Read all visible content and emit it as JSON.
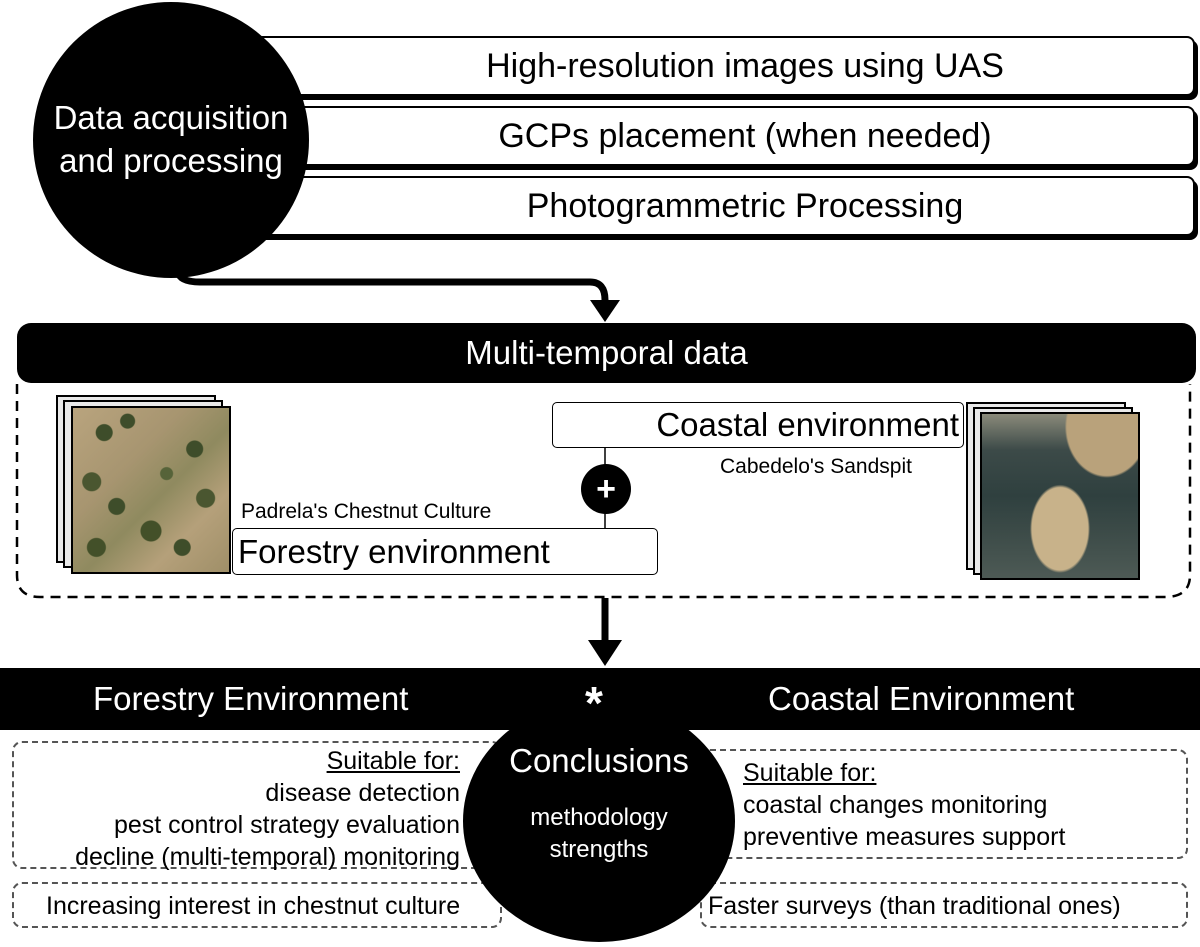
{
  "acquisition": {
    "circle_label_line1": "Data acquisition",
    "circle_label_line2": "and processing",
    "steps": [
      "High-resolution images using UAS",
      "GCPs placement (when needed)",
      "Photogrammetric Processing"
    ]
  },
  "multitemporal": {
    "title": "Multi-temporal data",
    "coastal_label": "Coastal environment",
    "coastal_site": "Cabedelo's Sandspit",
    "forestry_label": "Forestry environment",
    "forestry_site": "Padrela's Chestnut Culture",
    "plus_symbol": "+"
  },
  "environments": {
    "forestry_title": "Forestry Environment",
    "coastal_title": "Coastal Environment",
    "star_symbol": "*"
  },
  "conclusions": {
    "title": "Conclusions",
    "subtitle_line1": "methodology",
    "subtitle_line2": "strengths"
  },
  "forestry_suitable": {
    "heading": "Suitable for:",
    "items": [
      "disease detection",
      "pest control strategy evaluation",
      "decline (multi-temporal) monitoring"
    ]
  },
  "coastal_suitable": {
    "heading": "Suitable for:",
    "items": [
      "coastal changes monitoring",
      "preventive measures support"
    ]
  },
  "strengths": {
    "left": "Increasing interest in chestnut culture",
    "right": "Faster surveys (than traditional ones)"
  }
}
